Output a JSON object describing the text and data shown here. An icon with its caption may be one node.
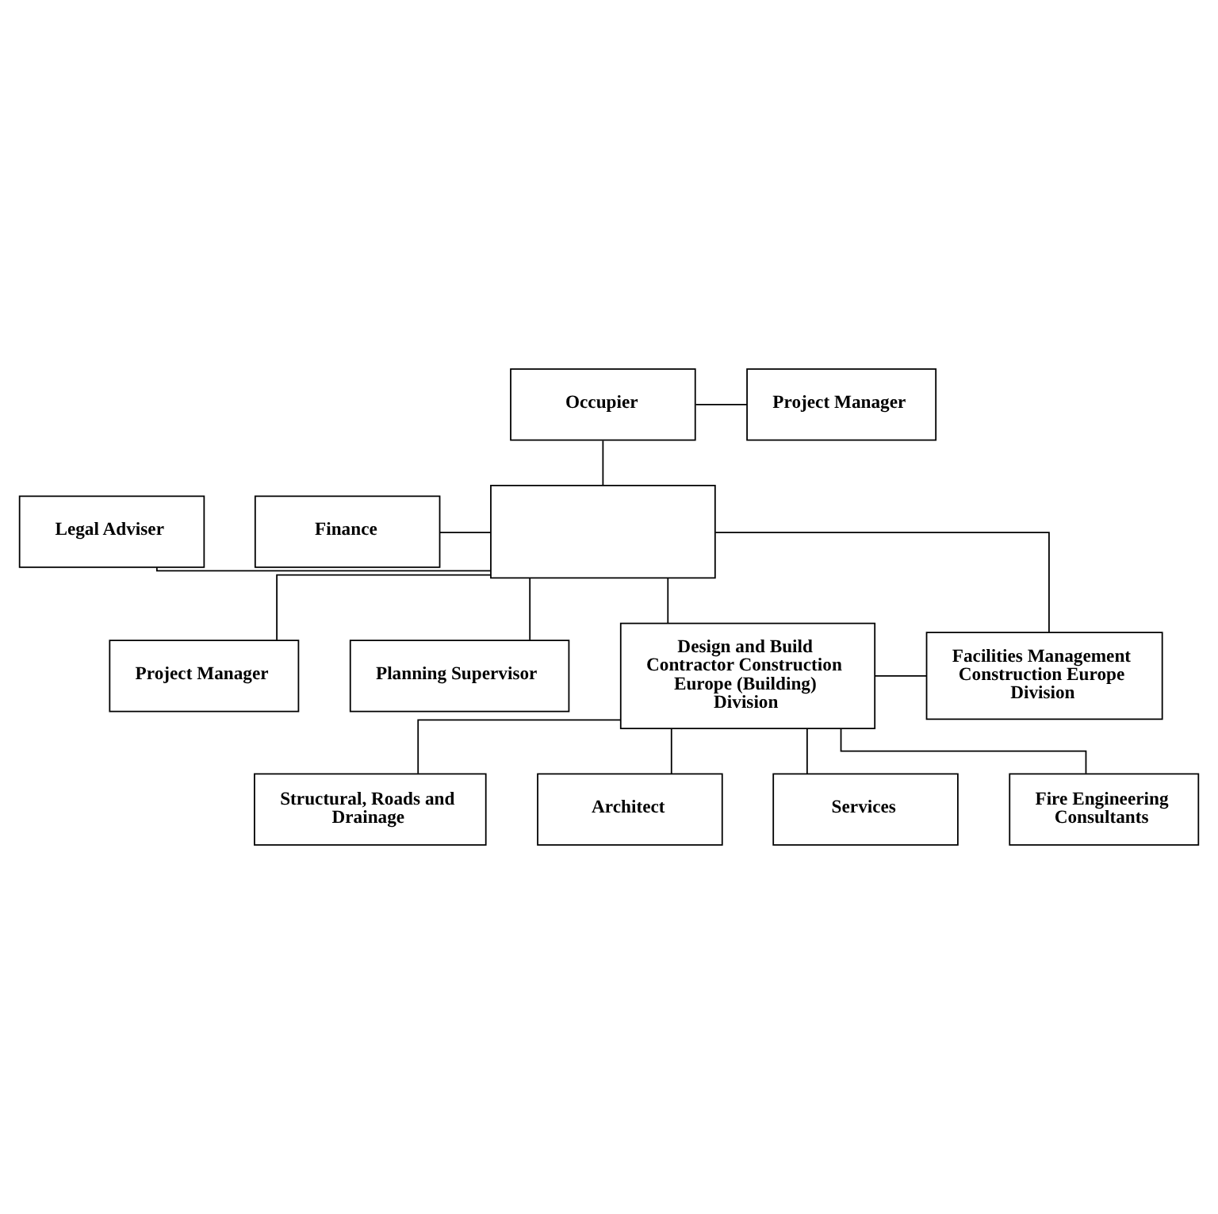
{
  "diagram": {
    "nodes": [
      {
        "text": [
          "Occupier"
        ]
      },
      {
        "text": [
          "Project Manager"
        ]
      },
      {
        "text": [
          "Legal Adviser"
        ]
      },
      {
        "text": [],
        "shape": "box"
      },
      {
        "text": [
          "Finance"
        ]
      },
      {
        "text": [
          "Project Manager"
        ]
      },
      {
        "text": [
          "Planning Supervisor"
        ]
      },
      {
        "text": [
          "Design and Build Contractor Construction Europe (Building) Division"
        ]
      },
      {
        "text": [
          "Facilities Management",
          "Construction Europe Division"
        ]
      },
      {
        "text": [
          "Structural, Roads and Drainage"
        ]
      },
      {
        "text": [
          "Architect"
        ]
      },
      {
        "text": [
          "Services"
        ]
      },
      {
        "text": [
          "Fire Engineering Consultants"
        ]
      }
    ],
    "edges": [
      {
        "from": 0,
        "to": 1,
        "arrow": "none"
      },
      {
        "from": 0,
        "to": 3,
        "arrow": "none"
      },
      {
        "from": 2,
        "to": 3,
        "arrow": "none"
      },
      {
        "from": 4,
        "to": 3,
        "arrow": "none"
      },
      {
        "from": 3,
        "to": 5,
        "arrow": "none"
      },
      {
        "from": 3,
        "to": 6,
        "arrow": "none"
      },
      {
        "from": 3,
        "to": 7,
        "arrow": "none"
      },
      {
        "from": 3,
        "to": 8,
        "arrow": "none"
      },
      {
        "from": 7,
        "to": 8,
        "arrow": "none"
      },
      {
        "from": 7,
        "to": 9,
        "arrow": "none"
      },
      {
        "from": 7,
        "to": 10,
        "arrow": "none"
      },
      {
        "from": 7,
        "to": 11,
        "arrow": "none"
      },
      {
        "from": 7,
        "to": 12,
        "arrow": "none"
      }
    ]
  }
}
